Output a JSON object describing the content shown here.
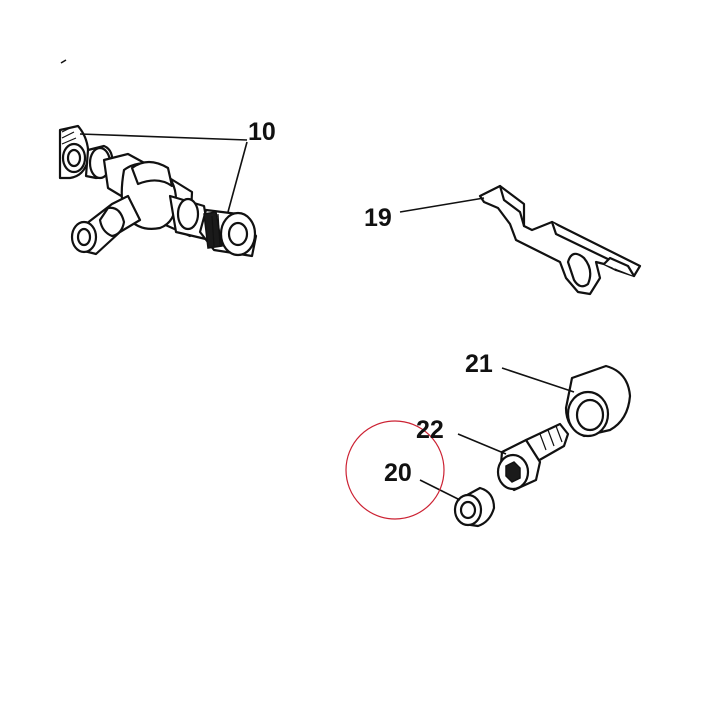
{
  "callouts": {
    "part_10": "10",
    "part_19": "19",
    "part_20": "20",
    "part_21": "21",
    "part_22": "22"
  },
  "colors": {
    "line": "#111111",
    "background": "#ffffff",
    "highlight_circle": "#cc2233"
  }
}
